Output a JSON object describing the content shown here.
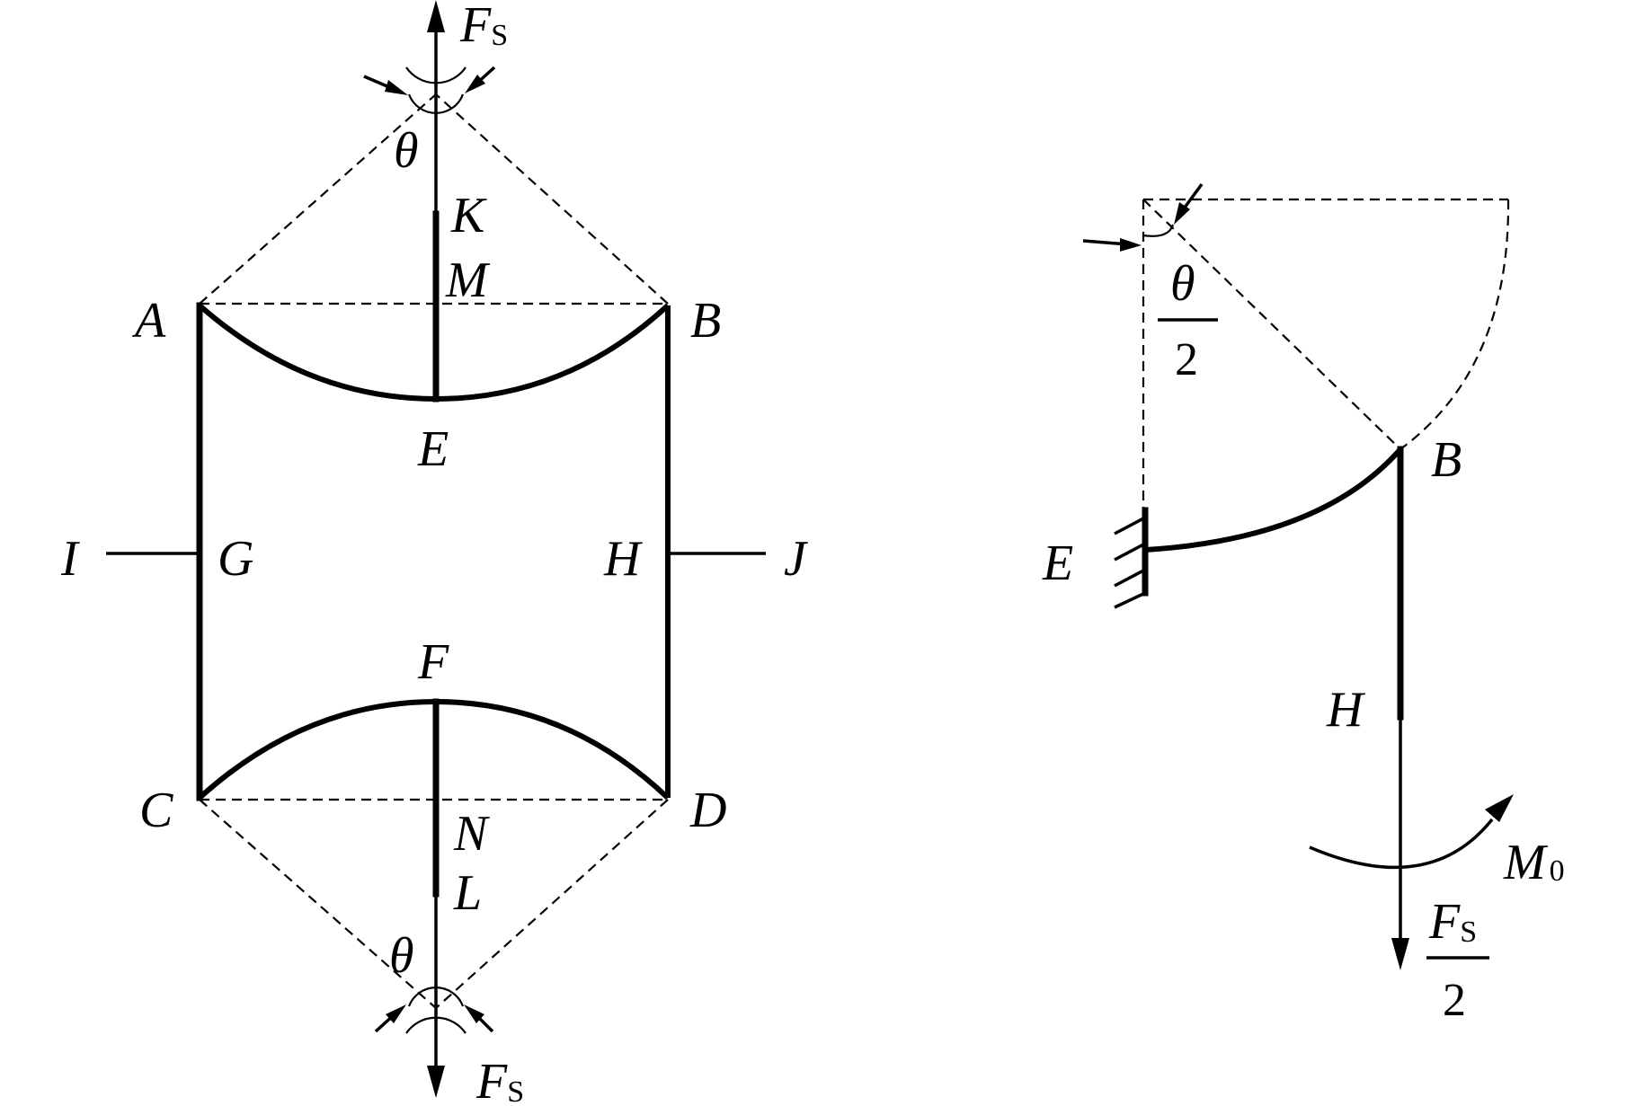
{
  "labels": {
    "A": "A",
    "B": "B",
    "C": "C",
    "D": "D",
    "E": "E",
    "F": "F",
    "G": "G",
    "H": "H",
    "I": "I",
    "J": "J",
    "K": "K",
    "L": "L",
    "M": "M",
    "N": "N",
    "theta": "θ",
    "two": "2",
    "force_symbol": "F",
    "force_subscript": "S",
    "moment_symbol": "M",
    "moment_subscript": "0"
  }
}
